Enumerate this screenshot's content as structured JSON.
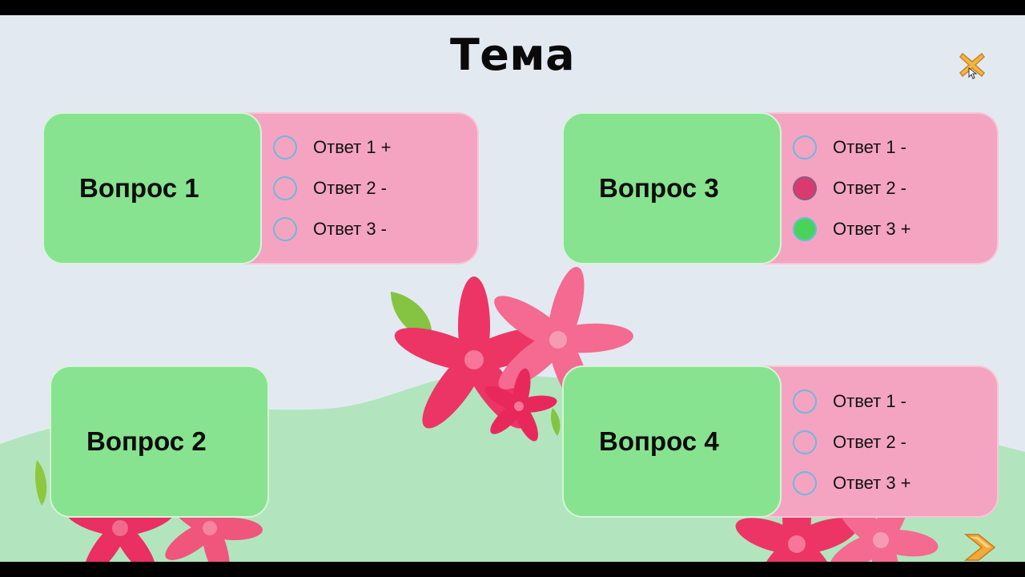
{
  "slide": {
    "title": "Тема",
    "close_icon": "close-x-icon",
    "next_icon": "chevron-right-icon",
    "colors": {
      "question_bg": "#87e38f",
      "answers_bg": "#f4a4c0",
      "selected_wrong": "#d93b6f",
      "selected_right": "#4ad35a"
    }
  },
  "questions": [
    {
      "label": "Вопрос 1",
      "answers": [
        "Ответ 1 +",
        "Ответ 2 -",
        "Ответ 3 -"
      ],
      "states": [
        "empty",
        "empty",
        "empty"
      ]
    },
    {
      "label": "Вопрос 2"
    },
    {
      "label": "Вопрос 3",
      "answers": [
        "Ответ 1 -",
        "Ответ 2 -",
        "Ответ 3 +"
      ],
      "states": [
        "empty",
        "wrong",
        "right"
      ]
    },
    {
      "label": "Вопрос 4",
      "answers": [
        "Ответ 1 -",
        "Ответ 2 -",
        "Ответ 3 +"
      ],
      "states": [
        "empty",
        "empty",
        "empty"
      ]
    }
  ]
}
